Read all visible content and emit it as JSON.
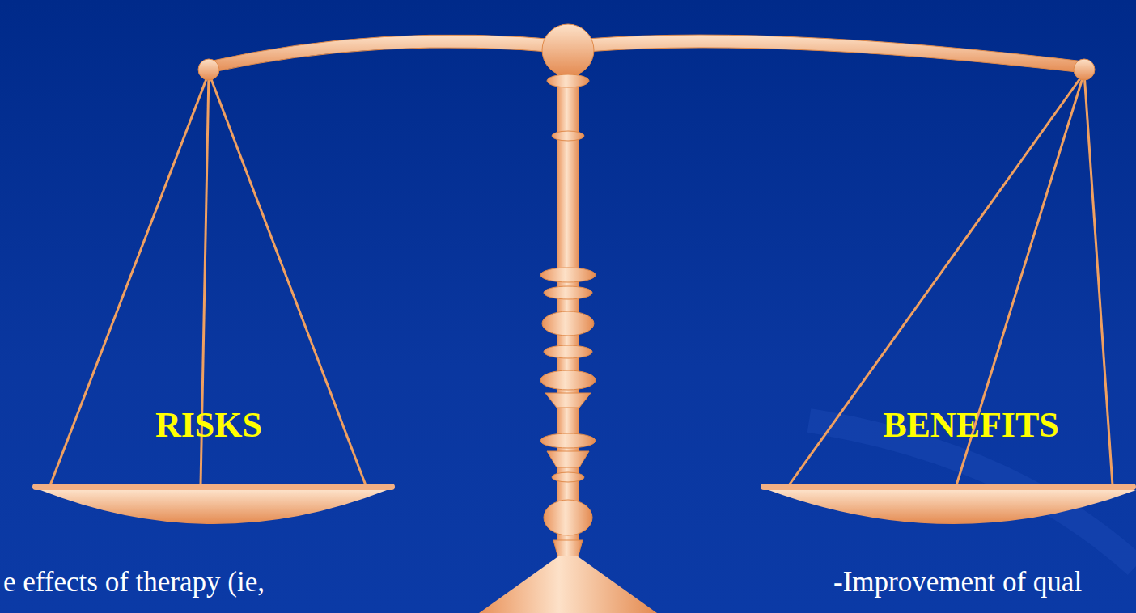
{
  "diagram": {
    "labels": [
      "RISKS",
      "BENEFITS",
      "e effects of therapy (ie,",
      "-Improvement of qual"
    ]
  }
}
